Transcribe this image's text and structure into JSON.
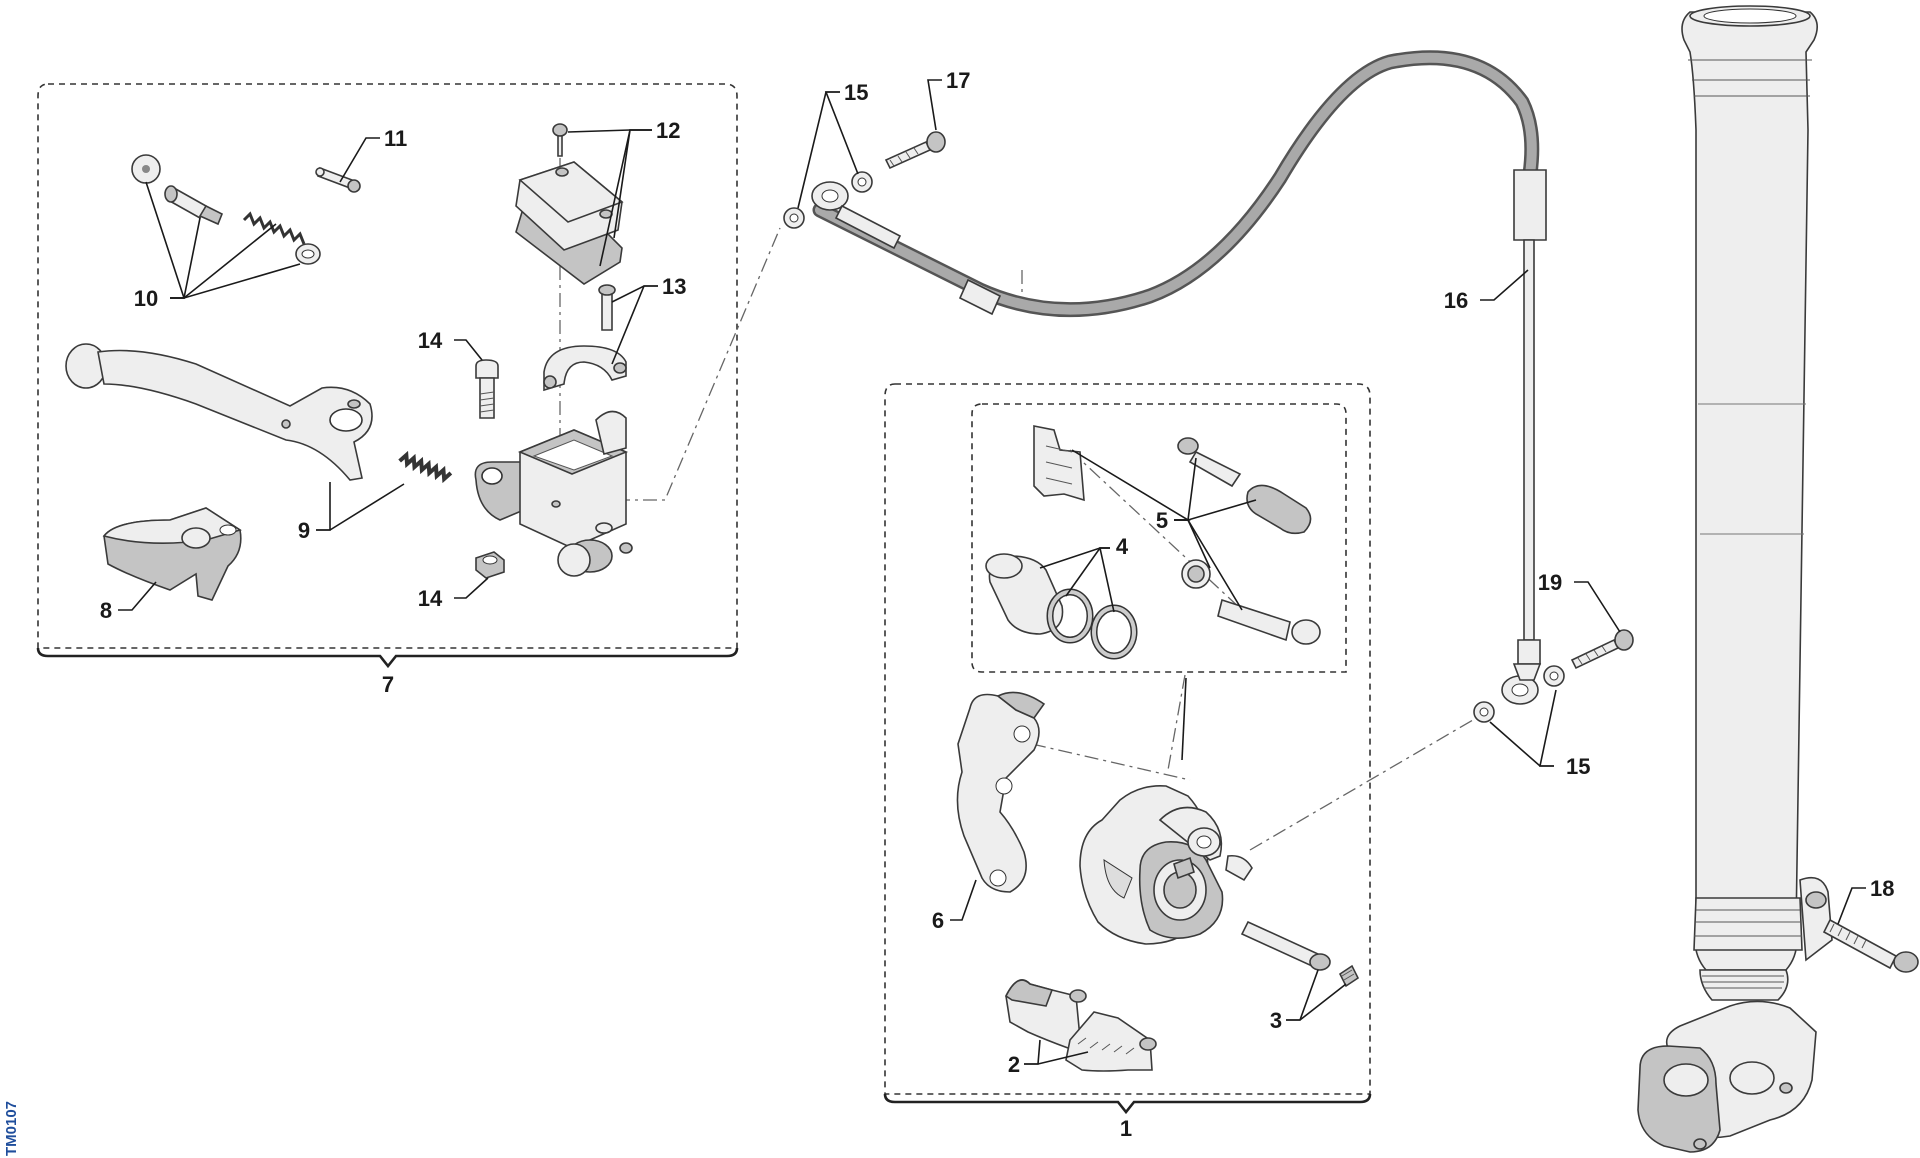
{
  "document_code": "TM0107",
  "callouts": {
    "c1": "1",
    "c2": "2",
    "c3": "3",
    "c4": "4",
    "c5": "5",
    "c6": "6",
    "c7": "7",
    "c8": "8",
    "c9": "9",
    "c10": "10",
    "c11": "11",
    "c12": "12",
    "c13": "13",
    "c14a": "14",
    "c14b": "14",
    "c15a": "15",
    "c15b": "15",
    "c16": "16",
    "c17": "17",
    "c18": "18",
    "c19": "19"
  },
  "colors": {
    "line": "#1a1a1a",
    "part_fill": "#eeeeee",
    "hose": "#a9a9a9",
    "doc_code": "#1f4e9c"
  }
}
